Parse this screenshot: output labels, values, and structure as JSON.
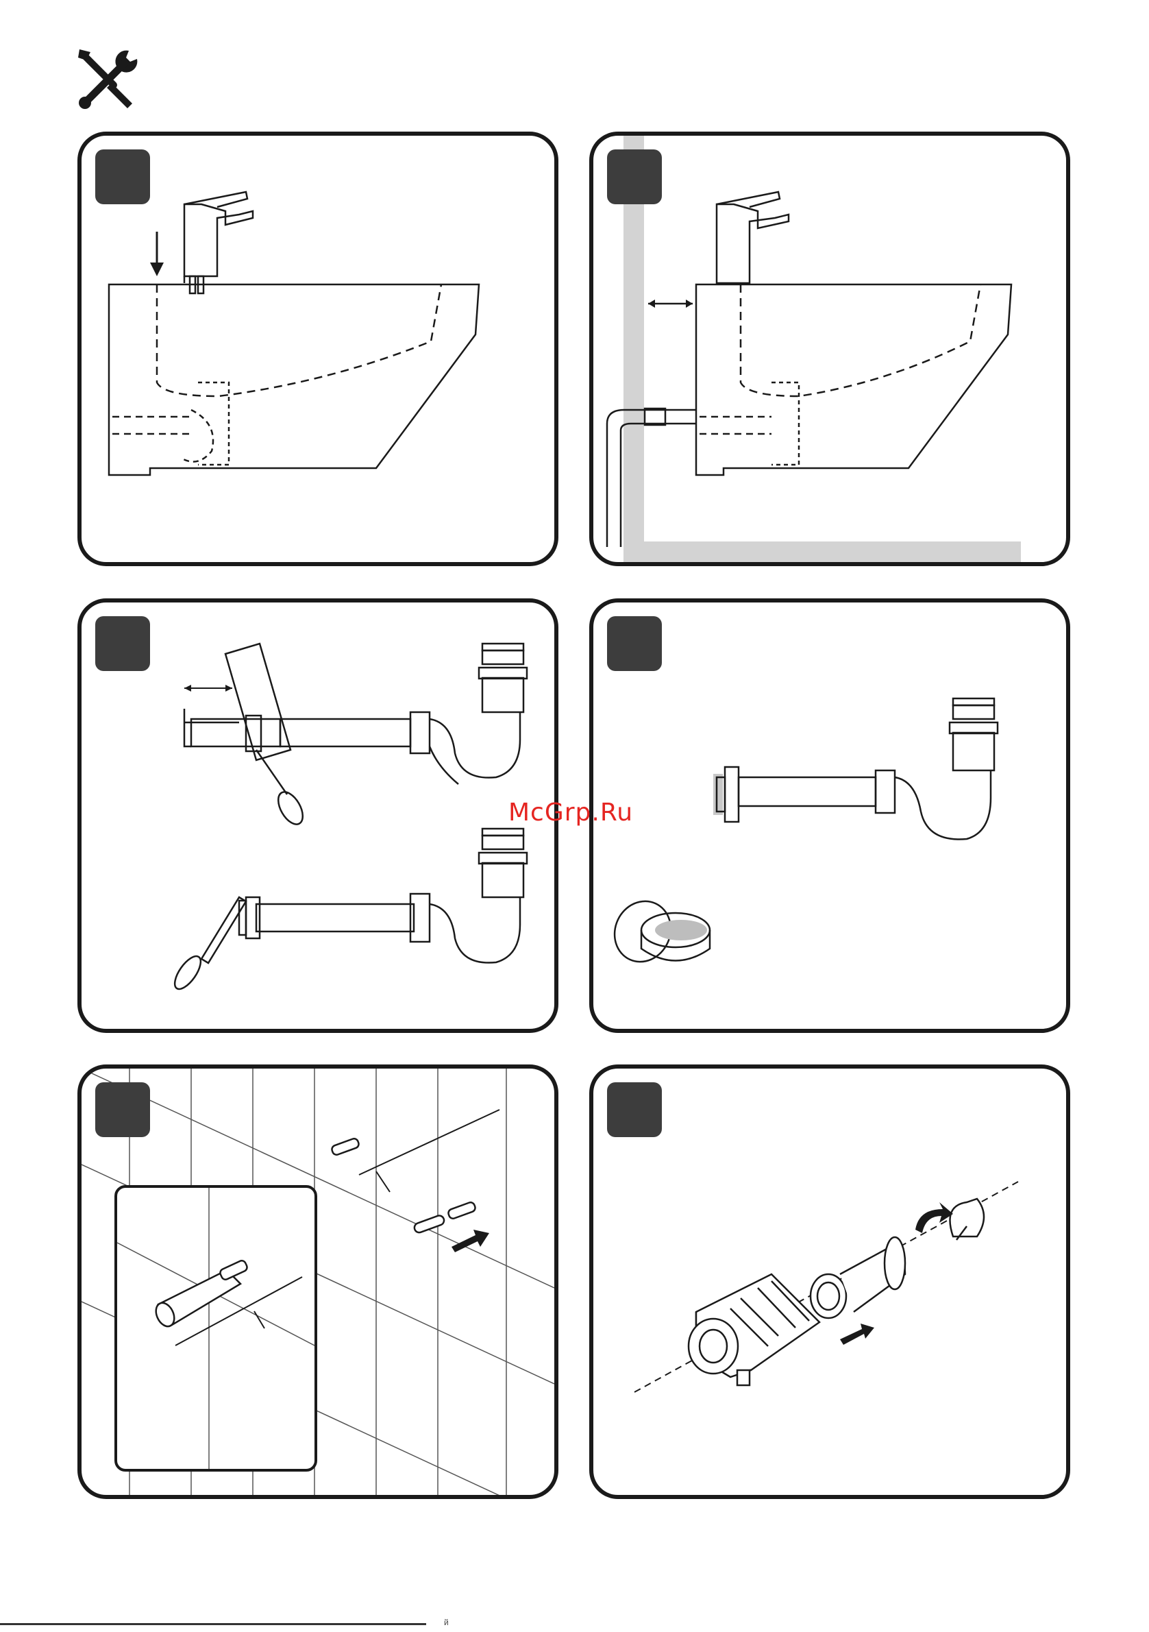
{
  "header": {
    "icon": "tools-icon"
  },
  "steps": [
    {
      "id": 1,
      "icon": "bidet-mixer-mount-icon"
    },
    {
      "id": 2,
      "icon": "wall-distance-icon"
    },
    {
      "id": 3,
      "icon": "pipe-cut-icon"
    },
    {
      "id": 4,
      "icon": "grease-seal-icon"
    },
    {
      "id": 5,
      "icon": "wall-anchor-icon"
    },
    {
      "id": 6,
      "icon": "aerator-disassembly-icon"
    }
  ],
  "watermark": {
    "text": "McGrp.Ru"
  },
  "footer": {
    "mark": "й"
  },
  "colors": {
    "border": "#1a1a1a",
    "badge": "#3d3d3d",
    "wall": "#d3d3d3",
    "watermark": "#e52521"
  }
}
